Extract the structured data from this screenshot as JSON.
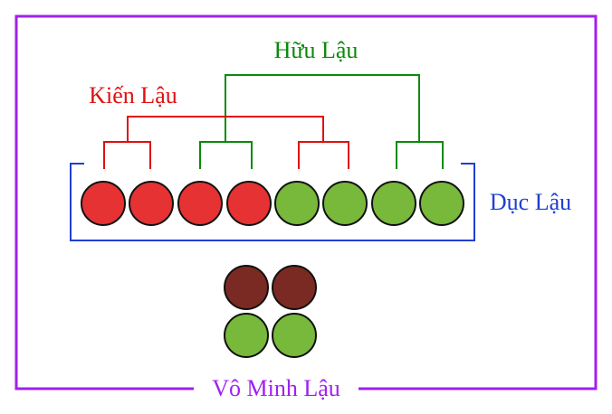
{
  "labels": {
    "huu_lau": "Hữu Lậu",
    "kien_lau": "Kiến Lậu",
    "duc_lau": "Dục Lậu",
    "vo_minh_lau": "Vô Minh Lậu"
  },
  "colors": {
    "frame": "#a020f0",
    "huu_lau": "#0a8a0a",
    "kien_lau": "#e01010",
    "duc_lau": "#1f3fd0",
    "vo_minh_lau": "#a020f0",
    "ball_red": "#e63232",
    "ball_green": "#78b83a",
    "ball_dark_red": "#7a2a22",
    "ball_outline": "#111111"
  },
  "top_row_balls": [
    "red",
    "red",
    "red",
    "red",
    "green",
    "green",
    "green",
    "green"
  ],
  "cluster_balls": [
    "dark_red",
    "dark_red",
    "green",
    "green"
  ]
}
